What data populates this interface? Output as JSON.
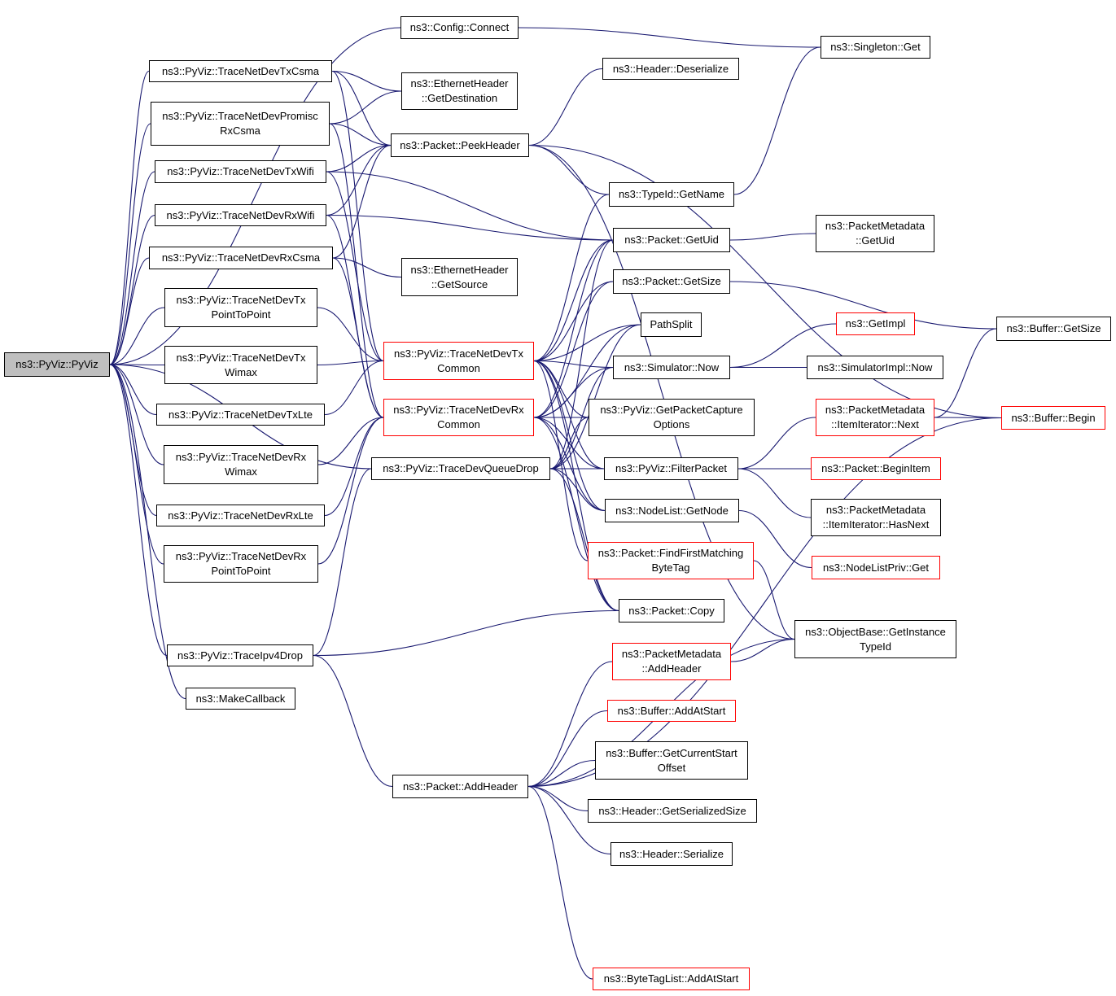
{
  "colors": {
    "edge": "#191970",
    "node_border": "#000000",
    "truncated_border": "#ff0000",
    "root_fill": "#bfbfbf"
  },
  "nodes": [
    {
      "id": "root",
      "label": "ns3::PyViz::PyViz",
      "root": true
    },
    {
      "id": "config_connect",
      "label": "ns3::Config::Connect"
    },
    {
      "id": "singleton_get",
      "label": "ns3::Singleton::Get"
    },
    {
      "id": "tx_csma",
      "label": "ns3::PyViz::TraceNetDevTxCsma"
    },
    {
      "id": "eth_getdest",
      "label": "ns3::EthernetHeader\n::GetDestination"
    },
    {
      "id": "header_deser",
      "label": "ns3::Header::Deserialize"
    },
    {
      "id": "promisc_rx_csma",
      "label": "ns3::PyViz::TraceNetDevPromisc\nRxCsma"
    },
    {
      "id": "peek_header",
      "label": "ns3::Packet::PeekHeader"
    },
    {
      "id": "tx_wifi",
      "label": "ns3::PyViz::TraceNetDevTxWifi"
    },
    {
      "id": "typeid_getname",
      "label": "ns3::TypeId::GetName"
    },
    {
      "id": "rx_wifi",
      "label": "ns3::PyViz::TraceNetDevRxWifi"
    },
    {
      "id": "packet_getuid",
      "label": "ns3::Packet::GetUid"
    },
    {
      "id": "pm_getuid",
      "label": "ns3::PacketMetadata\n::GetUid"
    },
    {
      "id": "rx_csma",
      "label": "ns3::PyViz::TraceNetDevRxCsma"
    },
    {
      "id": "eth_getsource",
      "label": "ns3::EthernetHeader\n::GetSource"
    },
    {
      "id": "packet_getsize",
      "label": "ns3::Packet::GetSize"
    },
    {
      "id": "tx_p2p",
      "label": "ns3::PyViz::TraceNetDevTx\nPointToPoint"
    },
    {
      "id": "pathsplit",
      "label": "PathSplit"
    },
    {
      "id": "getimpl",
      "label": "ns3::GetImpl",
      "truncated": true
    },
    {
      "id": "buffer_getsize",
      "label": "ns3::Buffer::GetSize"
    },
    {
      "id": "tx_common",
      "label": "ns3::PyViz::TraceNetDevTx\nCommon",
      "truncated": true
    },
    {
      "id": "sim_now",
      "label": "ns3::Simulator::Now"
    },
    {
      "id": "simimpl_now",
      "label": "ns3::SimulatorImpl::Now"
    },
    {
      "id": "tx_wimax",
      "label": "ns3::PyViz::TraceNetDevTx\nWimax"
    },
    {
      "id": "tx_lte",
      "label": "ns3::PyViz::TraceNetDevTxLte"
    },
    {
      "id": "rx_common",
      "label": "ns3::PyViz::TraceNetDevRx\nCommon",
      "truncated": true
    },
    {
      "id": "get_capture_opts",
      "label": "ns3::PyViz::GetPacketCapture\nOptions"
    },
    {
      "id": "pm_ii_next",
      "label": "ns3::PacketMetadata\n::ItemIterator::Next",
      "truncated": true
    },
    {
      "id": "buffer_begin",
      "label": "ns3::Buffer::Begin",
      "truncated": true
    },
    {
      "id": "rx_wimax",
      "label": "ns3::PyViz::TraceNetDevRx\nWimax"
    },
    {
      "id": "dev_queue_drop",
      "label": "ns3::PyViz::TraceDevQueueDrop"
    },
    {
      "id": "filter_packet",
      "label": "ns3::PyViz::FilterPacket"
    },
    {
      "id": "packet_beginitem",
      "label": "ns3::Packet::BeginItem",
      "truncated": true
    },
    {
      "id": "rx_lte",
      "label": "ns3::PyViz::TraceNetDevRxLte"
    },
    {
      "id": "nodelist_getnode",
      "label": "ns3::NodeList::GetNode"
    },
    {
      "id": "pm_ii_hasnext",
      "label": "ns3::PacketMetadata\n::ItemIterator::HasNext"
    },
    {
      "id": "rx_p2p",
      "label": "ns3::PyViz::TraceNetDevRx\nPointToPoint"
    },
    {
      "id": "find_first_bytetag",
      "label": "ns3::Packet::FindFirstMatching\nByteTag",
      "truncated": true
    },
    {
      "id": "nodelistpriv_get",
      "label": "ns3::NodeListPriv::Get",
      "truncated": true
    },
    {
      "id": "packet_copy",
      "label": "ns3::Packet::Copy"
    },
    {
      "id": "ob_get_instance_typeid",
      "label": "ns3::ObjectBase::GetInstance\nTypeId"
    },
    {
      "id": "ipv4_drop",
      "label": "ns3::PyViz::TraceIpv4Drop"
    },
    {
      "id": "pm_addheader",
      "label": "ns3::PacketMetadata\n::AddHeader",
      "truncated": true
    },
    {
      "id": "make_callback",
      "label": "ns3::MakeCallback"
    },
    {
      "id": "buffer_addatstart",
      "label": "ns3::Buffer::AddAtStart",
      "truncated": true
    },
    {
      "id": "buffer_getcurstart",
      "label": "ns3::Buffer::GetCurrentStart\nOffset"
    },
    {
      "id": "packet_addheader",
      "label": "ns3::Packet::AddHeader"
    },
    {
      "id": "header_getsersize",
      "label": "ns3::Header::GetSerializedSize"
    },
    {
      "id": "header_serialize",
      "label": "ns3::Header::Serialize"
    },
    {
      "id": "bytetaglist_addatstart",
      "label": "ns3::ByteTagList::AddAtStart",
      "truncated": true
    }
  ],
  "edges": [
    [
      "root",
      "config_connect"
    ],
    [
      "root",
      "tx_csma"
    ],
    [
      "root",
      "promisc_rx_csma"
    ],
    [
      "root",
      "tx_wifi"
    ],
    [
      "root",
      "rx_wifi"
    ],
    [
      "root",
      "rx_csma"
    ],
    [
      "root",
      "tx_p2p"
    ],
    [
      "root",
      "tx_wimax"
    ],
    [
      "root",
      "tx_lte"
    ],
    [
      "root",
      "rx_wimax"
    ],
    [
      "root",
      "rx_lte"
    ],
    [
      "root",
      "rx_p2p"
    ],
    [
      "root",
      "dev_queue_drop"
    ],
    [
      "root",
      "ipv4_drop"
    ],
    [
      "root",
      "make_callback"
    ],
    [
      "config_connect",
      "singleton_get"
    ],
    [
      "tx_csma",
      "eth_getdest"
    ],
    [
      "tx_csma",
      "peek_header"
    ],
    [
      "tx_csma",
      "tx_common"
    ],
    [
      "promisc_rx_csma",
      "eth_getdest"
    ],
    [
      "promisc_rx_csma",
      "peek_header"
    ],
    [
      "promisc_rx_csma",
      "rx_common"
    ],
    [
      "tx_wifi",
      "peek_header"
    ],
    [
      "tx_wifi",
      "packet_getuid"
    ],
    [
      "tx_wifi",
      "tx_common"
    ],
    [
      "rx_wifi",
      "peek_header"
    ],
    [
      "rx_wifi",
      "packet_getuid"
    ],
    [
      "rx_wifi",
      "rx_common"
    ],
    [
      "rx_csma",
      "peek_header"
    ],
    [
      "rx_csma",
      "eth_getsource"
    ],
    [
      "rx_csma",
      "rx_common"
    ],
    [
      "tx_p2p",
      "tx_common"
    ],
    [
      "tx_wimax",
      "tx_common"
    ],
    [
      "tx_lte",
      "tx_common"
    ],
    [
      "rx_wimax",
      "rx_common"
    ],
    [
      "rx_lte",
      "rx_common"
    ],
    [
      "rx_p2p",
      "rx_common"
    ],
    [
      "peek_header",
      "header_deser"
    ],
    [
      "peek_header",
      "typeid_getname"
    ],
    [
      "peek_header",
      "ob_get_instance_typeid"
    ],
    [
      "peek_header",
      "buffer_begin"
    ],
    [
      "typeid_getname",
      "singleton_get"
    ],
    [
      "packet_getuid",
      "pm_getuid"
    ],
    [
      "packet_getsize",
      "buffer_getsize"
    ],
    [
      "sim_now",
      "getimpl"
    ],
    [
      "sim_now",
      "simimpl_now"
    ],
    [
      "tx_common",
      "typeid_getname"
    ],
    [
      "tx_common",
      "packet_getuid"
    ],
    [
      "tx_common",
      "packet_getsize"
    ],
    [
      "tx_common",
      "pathsplit"
    ],
    [
      "tx_common",
      "sim_now"
    ],
    [
      "tx_common",
      "get_capture_opts"
    ],
    [
      "tx_common",
      "filter_packet"
    ],
    [
      "tx_common",
      "nodelist_getnode"
    ],
    [
      "tx_common",
      "find_first_bytetag"
    ],
    [
      "tx_common",
      "packet_copy"
    ],
    [
      "rx_common",
      "packet_getuid"
    ],
    [
      "rx_common",
      "packet_getsize"
    ],
    [
      "rx_common",
      "pathsplit"
    ],
    [
      "rx_common",
      "sim_now"
    ],
    [
      "rx_common",
      "get_capture_opts"
    ],
    [
      "rx_common",
      "filter_packet"
    ],
    [
      "rx_common",
      "nodelist_getnode"
    ],
    [
      "rx_common",
      "packet_copy"
    ],
    [
      "dev_queue_drop",
      "packet_getuid"
    ],
    [
      "dev_queue_drop",
      "pathsplit"
    ],
    [
      "dev_queue_drop",
      "sim_now"
    ],
    [
      "dev_queue_drop",
      "get_capture_opts"
    ],
    [
      "dev_queue_drop",
      "filter_packet"
    ],
    [
      "dev_queue_drop",
      "nodelist_getnode"
    ],
    [
      "dev_queue_drop",
      "packet_copy"
    ],
    [
      "filter_packet",
      "pm_ii_next"
    ],
    [
      "filter_packet",
      "packet_beginitem"
    ],
    [
      "filter_packet",
      "pm_ii_hasnext"
    ],
    [
      "pm_ii_next",
      "buffer_getsize"
    ],
    [
      "pm_ii_next",
      "buffer_begin"
    ],
    [
      "nodelist_getnode",
      "nodelistpriv_get"
    ],
    [
      "find_first_bytetag",
      "ob_get_instance_typeid"
    ],
    [
      "ipv4_drop",
      "packet_copy"
    ],
    [
      "ipv4_drop",
      "packet_addheader"
    ],
    [
      "ipv4_drop",
      "dev_queue_drop"
    ],
    [
      "pm_addheader",
      "ob_get_instance_typeid"
    ],
    [
      "packet_addheader",
      "pm_addheader"
    ],
    [
      "packet_addheader",
      "buffer_addatstart"
    ],
    [
      "packet_addheader",
      "buffer_getcurstart"
    ],
    [
      "packet_addheader",
      "header_getsersize"
    ],
    [
      "packet_addheader",
      "header_serialize"
    ],
    [
      "packet_addheader",
      "ob_get_instance_typeid"
    ],
    [
      "packet_addheader",
      "buffer_begin"
    ],
    [
      "packet_addheader",
      "bytetaglist_addatstart"
    ]
  ]
}
